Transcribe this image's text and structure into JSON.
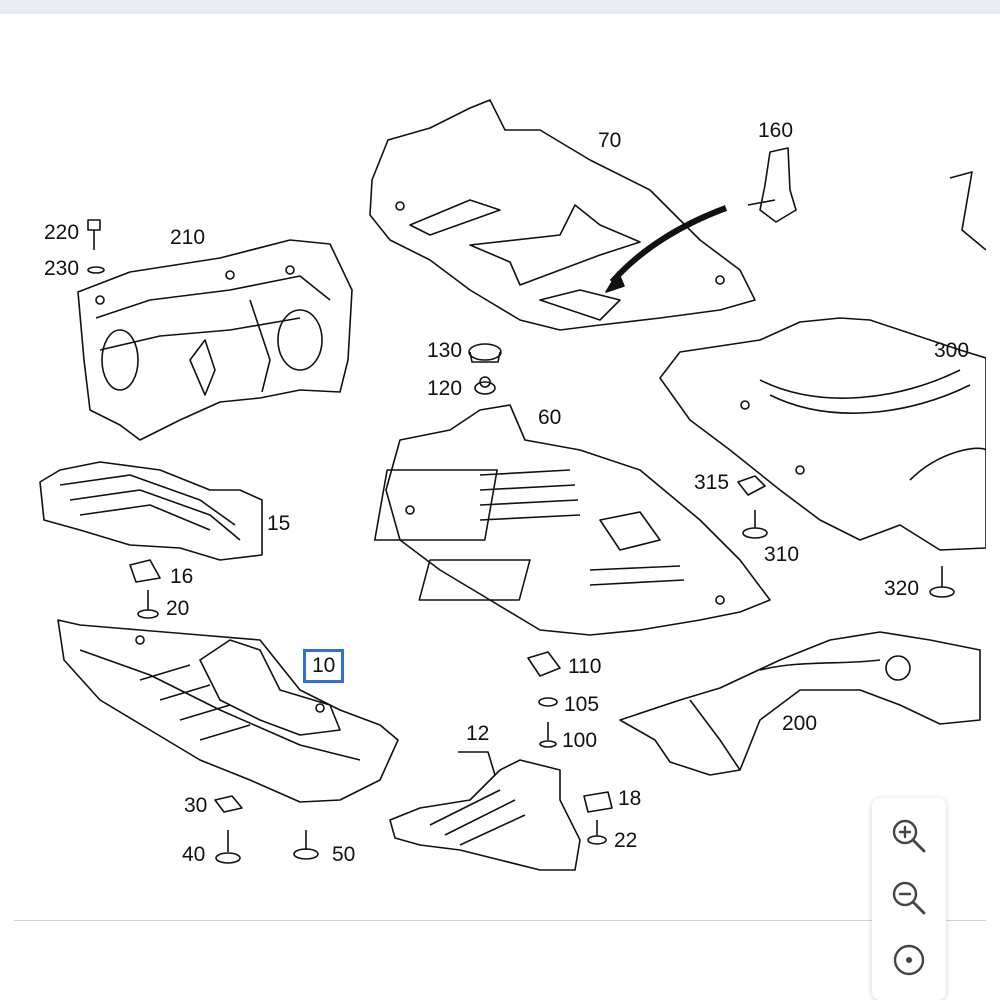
{
  "diagram": {
    "labels": [
      {
        "id": "220",
        "text": "220"
      },
      {
        "id": "230",
        "text": "230"
      },
      {
        "id": "210",
        "text": "210"
      },
      {
        "id": "70",
        "text": "70"
      },
      {
        "id": "160",
        "text": "160"
      },
      {
        "id": "130",
        "text": "130"
      },
      {
        "id": "120",
        "text": "120"
      },
      {
        "id": "60",
        "text": "60"
      },
      {
        "id": "300",
        "text": "300"
      },
      {
        "id": "15",
        "text": "15"
      },
      {
        "id": "16",
        "text": "16"
      },
      {
        "id": "20",
        "text": "20"
      },
      {
        "id": "315",
        "text": "315"
      },
      {
        "id": "310",
        "text": "310"
      },
      {
        "id": "320",
        "text": "320"
      },
      {
        "id": "10",
        "text": "10",
        "highlighted": true
      },
      {
        "id": "110",
        "text": "110"
      },
      {
        "id": "105",
        "text": "105"
      },
      {
        "id": "100",
        "text": "100"
      },
      {
        "id": "200",
        "text": "200"
      },
      {
        "id": "12",
        "text": "12"
      },
      {
        "id": "30",
        "text": "30"
      },
      {
        "id": "18",
        "text": "18"
      },
      {
        "id": "22",
        "text": "22"
      },
      {
        "id": "40",
        "text": "40"
      },
      {
        "id": "50",
        "text": "50"
      }
    ],
    "highlight_color": "#2f6fd6"
  },
  "zoom_controls": {
    "zoom_in_icon": "zoom-in-icon",
    "zoom_out_icon": "zoom-out-icon",
    "reset_icon": "target-icon"
  }
}
